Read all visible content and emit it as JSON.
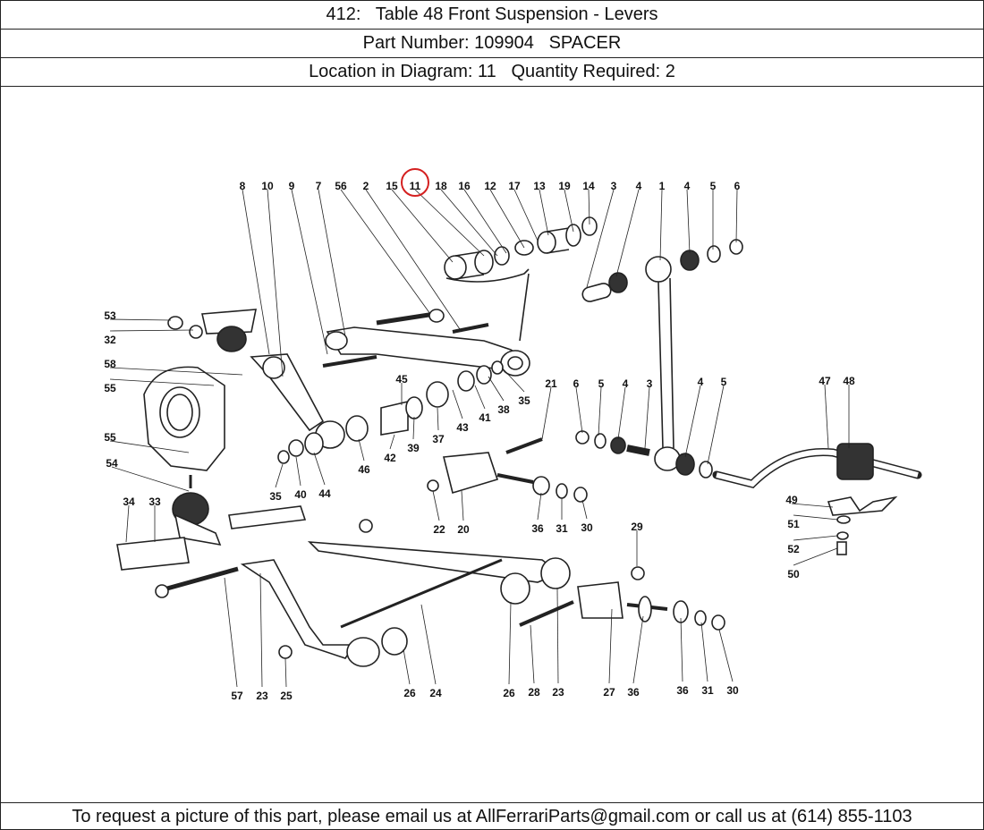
{
  "header": {
    "title": "412:   Table 48 Front Suspension - Levers",
    "part_number": "Part Number: 109904   SPACER",
    "location": "Location in Diagram: 11   Quantity Required: 2"
  },
  "diagram": {
    "highlight_label": "11",
    "highlight_color": "#d42020",
    "callouts": [
      "8",
      "10",
      "9",
      "7",
      "56",
      "2",
      "15",
      "11",
      "18",
      "16",
      "12",
      "17",
      "13",
      "19",
      "14",
      "3",
      "4",
      "1",
      "4",
      "5",
      "6",
      "53",
      "32",
      "58",
      "55",
      "55",
      "54",
      "34",
      "33",
      "45",
      "21",
      "6",
      "5",
      "4",
      "3",
      "4",
      "5",
      "47",
      "48",
      "41",
      "38",
      "35",
      "43",
      "37",
      "39",
      "42",
      "46",
      "44",
      "40",
      "35",
      "22",
      "20",
      "36",
      "31",
      "30",
      "49",
      "51",
      "52",
      "50",
      "29",
      "57",
      "23",
      "25",
      "26",
      "24",
      "26",
      "28",
      "23",
      "27",
      "36",
      "36",
      "31",
      "30"
    ]
  },
  "footer": {
    "text": "To request a picture of this part, please email us at AllFerrariParts@gmail.com or call us at (614) 855-1103"
  }
}
